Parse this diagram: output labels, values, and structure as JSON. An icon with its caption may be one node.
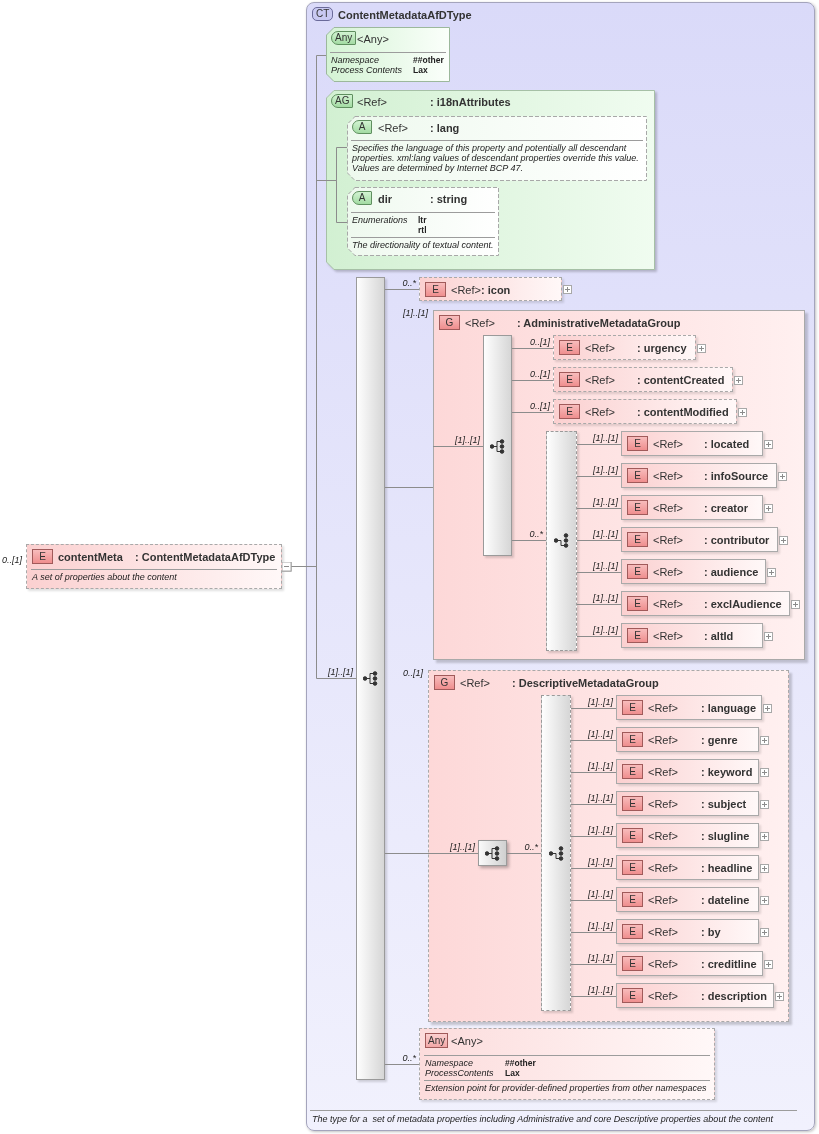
{
  "diagram": {
    "nodes": [
      {
        "text": [
          "E",
          "contentMeta",
          ": ContentMetadataAfDType",
          "A set of properties about the content"
        ],
        "beside": [
          "0..[1]"
        ]
      },
      {
        "text": [
          "CT",
          "ContentMetadataAfDType",
          "The type for a  set of metadata properties including Administrative and core Descriptive properties about the content"
        ]
      },
      {
        "text": [
          "Any",
          "<Any>",
          "Namespace",
          "##other",
          "Process Contents",
          "Lax"
        ],
        "in": 1
      },
      {
        "text": [
          "AG",
          "<Ref>",
          ": i18nAttributes"
        ],
        "in": 1
      },
      {
        "text": [
          "A",
          "<Ref>",
          ": lang",
          "Specifies the language of this property and potentially all descendant properties. xml:lang values of descendant properties override this value. Values are determined by Internet BCP 47."
        ],
        "in": 3
      },
      {
        "text": [
          "A",
          "dir",
          ": string",
          "Enumerations",
          "ltr",
          "rtl",
          "The directionality of textual content."
        ],
        "in": 3
      },
      {
        "text": [],
        "shape": "bar",
        "in": 1
      },
      {
        "text": [
          "E",
          "<Ref>",
          ": icon"
        ],
        "in": 1
      },
      {
        "text": [
          "G",
          "<Ref>",
          ": AdministrativeMetadataGroup"
        ],
        "beside": [
          "[1]..[1]"
        ],
        "in": 1
      },
      {
        "text": [],
        "shape": "bar",
        "in": 8
      },
      {
        "text": [
          "E",
          "<Ref>",
          ": urgency"
        ],
        "in": 8
      },
      {
        "text": [
          "E",
          "<Ref>",
          ": contentCreated"
        ],
        "in": 8
      },
      {
        "text": [
          "E",
          "<Ref>",
          ": contentModified"
        ],
        "in": 8
      },
      {
        "text": [],
        "shape": "bar",
        "in": 8
      },
      {
        "text": [
          "E",
          "<Ref>",
          ": located"
        ],
        "in": 8
      },
      {
        "text": [
          "E",
          "<Ref>",
          ": infoSource"
        ],
        "in": 8
      },
      {
        "text": [
          "E",
          "<Ref>",
          ": creator"
        ],
        "in": 8
      },
      {
        "text": [
          "E",
          "<Ref>",
          ": contributor"
        ],
        "in": 8
      },
      {
        "text": [
          "E",
          "<Ref>",
          ": audience"
        ],
        "in": 8
      },
      {
        "text": [
          "E",
          "<Ref>",
          ": exclAudience"
        ],
        "in": 8
      },
      {
        "text": [
          "E",
          "<Ref>",
          ": altId"
        ],
        "in": 8
      },
      {
        "text": [
          "G",
          "<Ref>",
          ": DescriptiveMetadataGroup"
        ],
        "beside": [
          "0..[1]"
        ],
        "in": 1
      },
      {
        "text": [],
        "shape": "box",
        "in": 21
      },
      {
        "text": [],
        "shape": "bar",
        "in": 21
      },
      {
        "text": [
          "E",
          "<Ref>",
          ": language"
        ],
        "in": 21
      },
      {
        "text": [
          "E",
          "<Ref>",
          ": genre"
        ],
        "in": 21
      },
      {
        "text": [
          "E",
          "<Ref>",
          ": keyword"
        ],
        "in": 21
      },
      {
        "text": [
          "E",
          "<Ref>",
          ": subject"
        ],
        "in": 21
      },
      {
        "text": [
          "E",
          "<Ref>",
          ": slugline"
        ],
        "in": 21
      },
      {
        "text": [
          "E",
          "<Ref>",
          ": headline"
        ],
        "in": 21
      },
      {
        "text": [
          "E",
          "<Ref>",
          ": dateline"
        ],
        "in": 21
      },
      {
        "text": [
          "E",
          "<Ref>",
          ": by"
        ],
        "in": 21
      },
      {
        "text": [
          "E",
          "<Ref>",
          ": creditline"
        ],
        "in": 21
      },
      {
        "text": [
          "E",
          "<Ref>",
          ": description"
        ],
        "in": 21
      },
      {
        "text": [
          "Any",
          "<Any>",
          "Namespace",
          "##other",
          "ProcessContents",
          "Lax",
          "Extension point for provider-defined properties from other namespaces"
        ],
        "in": 1
      }
    ],
    "edges": [
      {
        "from": 0,
        "to": 2,
        "arrow": "other"
      },
      {
        "from": 0,
        "to": 3,
        "arrow": "other"
      },
      {
        "from": 3,
        "to": 4,
        "arrow": "none"
      },
      {
        "from": 3,
        "to": 5,
        "arrow": "none"
      },
      {
        "from": 0,
        "to": 6,
        "arrow": "other",
        "label": "[1]..[1]"
      },
      {
        "from": 6,
        "to": 7,
        "arrow": "none",
        "label": "0..*"
      },
      {
        "from": 6,
        "to": 8,
        "arrow": "none"
      },
      {
        "from": 8,
        "to": 9,
        "arrow": "none",
        "label": "[1]..[1]"
      },
      {
        "from": 9,
        "to": 10,
        "arrow": "none",
        "label": "0..[1]"
      },
      {
        "from": 9,
        "to": 11,
        "arrow": "none",
        "label": "0..[1]"
      },
      {
        "from": 9,
        "to": 12,
        "arrow": "none",
        "label": "0..[1]"
      },
      {
        "from": 9,
        "to": 13,
        "arrow": "none",
        "label": "0..*"
      },
      {
        "from": 13,
        "to": 14,
        "arrow": "none",
        "label": "[1]..[1]"
      },
      {
        "from": 13,
        "to": 15,
        "arrow": "none",
        "label": "[1]..[1]"
      },
      {
        "from": 13,
        "to": 16,
        "arrow": "none",
        "label": "[1]..[1]"
      },
      {
        "from": 13,
        "to": 17,
        "arrow": "none",
        "label": "[1]..[1]"
      },
      {
        "from": 13,
        "to": 18,
        "arrow": "none",
        "label": "[1]..[1]"
      },
      {
        "from": 13,
        "to": 19,
        "arrow": "none",
        "label": "[1]..[1]"
      },
      {
        "from": 13,
        "to": 20,
        "arrow": "none",
        "label": "[1]..[1]"
      },
      {
        "from": 6,
        "to": 21,
        "arrow": "none"
      },
      {
        "from": 21,
        "to": 22,
        "arrow": "none",
        "label": "[1]..[1]"
      },
      {
        "from": 22,
        "to": 23,
        "arrow": "none",
        "label": "0..*"
      },
      {
        "from": 23,
        "to": 24,
        "arrow": "none",
        "label": "[1]..[1]"
      },
      {
        "from": 23,
        "to": 25,
        "arrow": "none",
        "label": "[1]..[1]"
      },
      {
        "from": 23,
        "to": 26,
        "arrow": "none",
        "label": "[1]..[1]"
      },
      {
        "from": 23,
        "to": 27,
        "arrow": "none",
        "label": "[1]..[1]"
      },
      {
        "from": 23,
        "to": 28,
        "arrow": "none",
        "label": "[1]..[1]"
      },
      {
        "from": 23,
        "to": 29,
        "arrow": "none",
        "label": "[1]..[1]"
      },
      {
        "from": 23,
        "to": 30,
        "arrow": "none",
        "label": "[1]..[1]"
      },
      {
        "from": 23,
        "to": 31,
        "arrow": "none",
        "label": "[1]..[1]"
      },
      {
        "from": 23,
        "to": 32,
        "arrow": "none",
        "label": "[1]..[1]"
      },
      {
        "from": 23,
        "to": 33,
        "arrow": "none",
        "label": "[1]..[1]"
      },
      {
        "from": 6,
        "to": 34,
        "arrow": "none",
        "label": "0..*"
      }
    ]
  }
}
